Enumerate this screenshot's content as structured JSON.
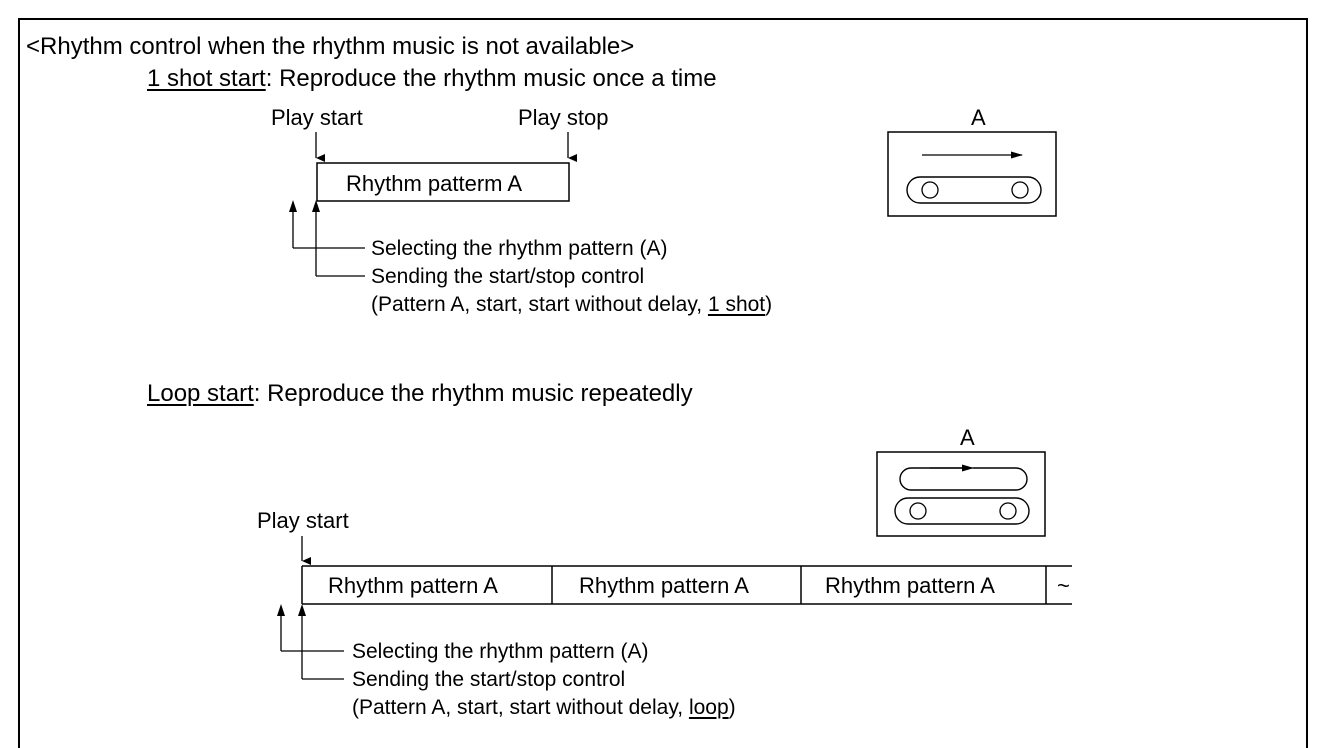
{
  "heading": "<Rhythm control when the rhythm music is not available>",
  "shot": {
    "title_underlined": "1 shot start",
    "title_rest": ": Reproduce the rhythm music once a time",
    "play_start": "Play start",
    "play_stop": "Play stop",
    "pattern_box": "Rhythm patterm A",
    "note_select": "Selecting the rhythm pattern (A)",
    "note_send": "Sending the start/stop control",
    "note_params_pre": "(Pattern A, start, start without delay, ",
    "note_params_u": "1 shot",
    "note_params_post": ")",
    "tape_label": "A"
  },
  "loop": {
    "title_underlined": "Loop start",
    "title_rest": ": Reproduce the rhythm music repeatedly",
    "play_start": "Play start",
    "patterns": [
      "Rhythm pattern A",
      "Rhythm pattern A",
      "Rhythm pattern A"
    ],
    "continuation": "~",
    "note_select": "Selecting the rhythm pattern (A)",
    "note_send": "Sending the start/stop control",
    "note_params_pre": "(Pattern A, start, start without delay, ",
    "note_params_u": "loop",
    "note_params_post": ")",
    "tape_label": "A"
  }
}
